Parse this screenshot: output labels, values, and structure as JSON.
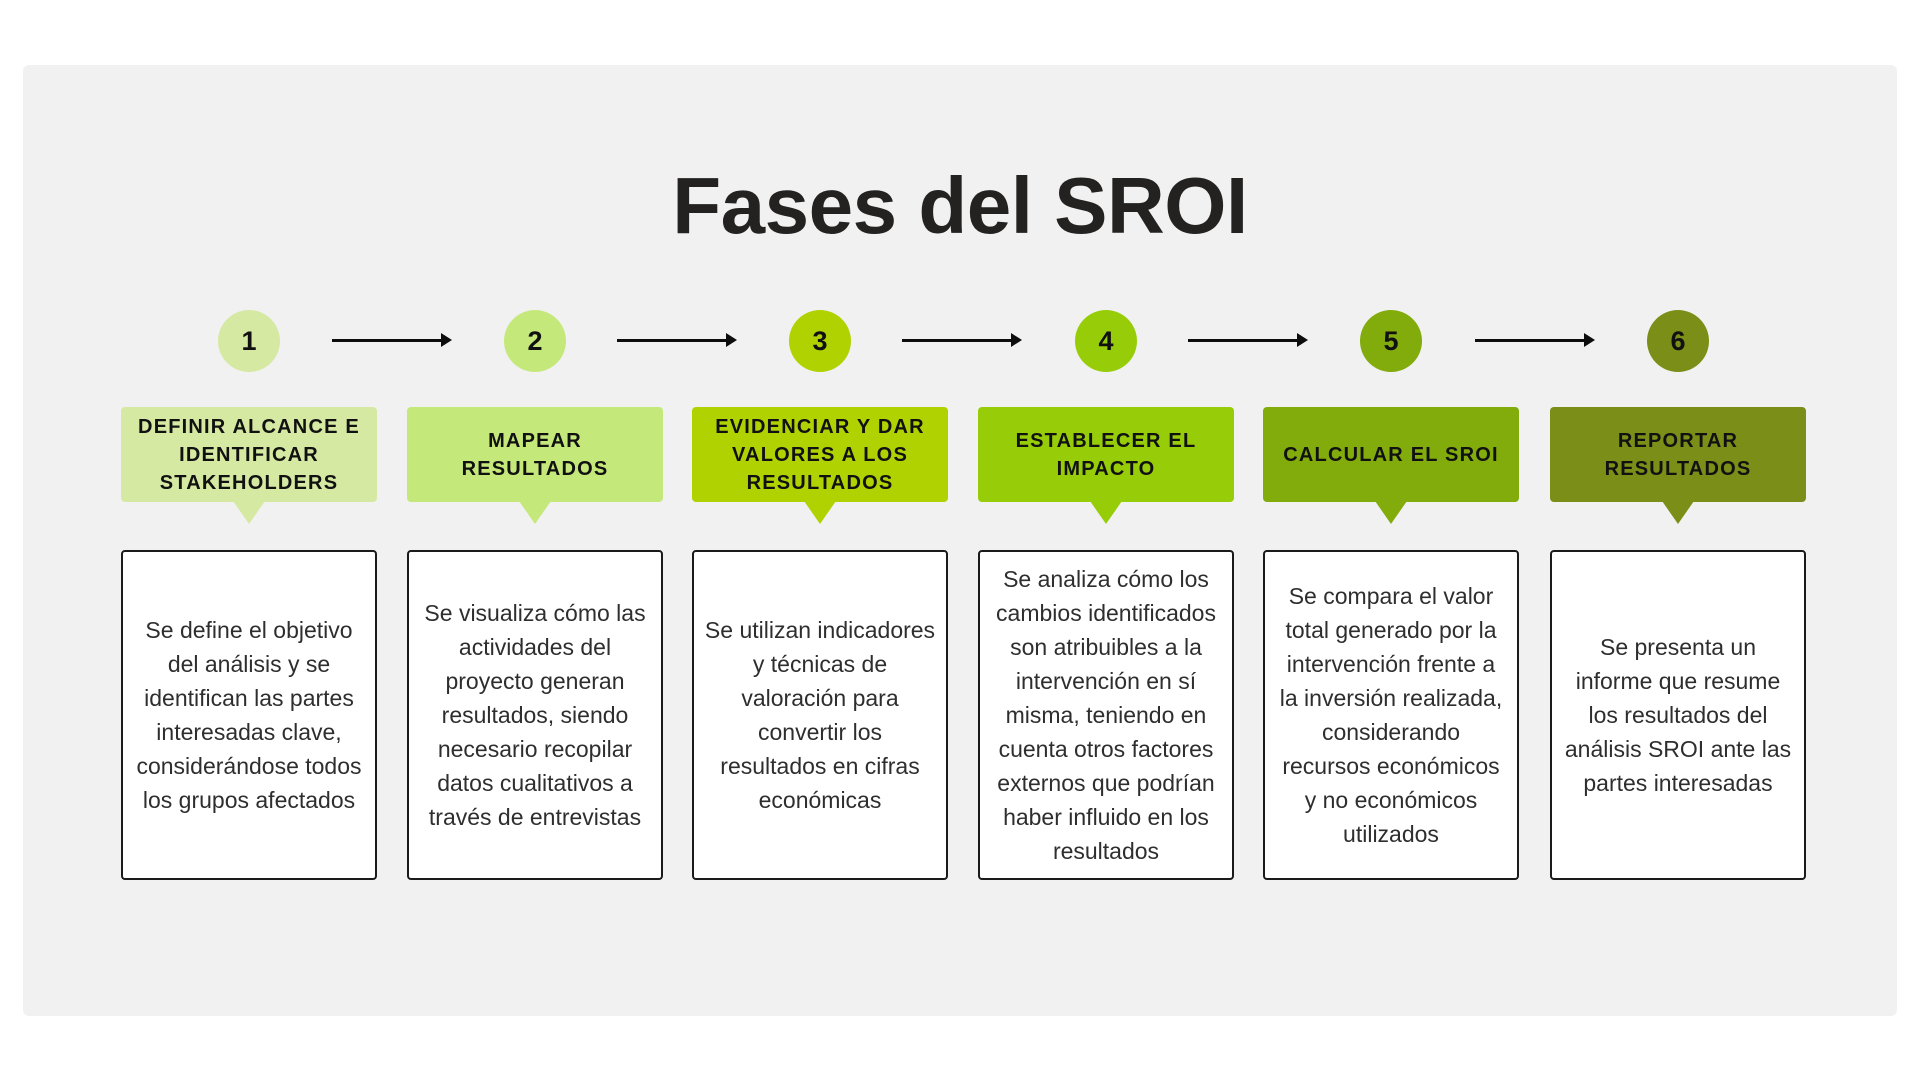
{
  "title": "Fases del SROI",
  "colors": {
    "panel_bg": "#f1f1f1",
    "step_1": "#d6e9a3",
    "step_2": "#c5e87a",
    "step_3": "#b0d200",
    "step_4": "#97cd08",
    "step_5": "#82ab0c",
    "step_6": "#7b8f18",
    "arrow": "#0d0d0d",
    "desc_border": "#1a1a1a"
  },
  "steps": [
    {
      "number": "1",
      "heading": "DEFINIR ALCANCE E IDENTIFICAR STAKEHOLDERS",
      "description": "Se define el objetivo del análisis y se identifican las partes interesadas clave, considerándose todos los grupos afectados"
    },
    {
      "number": "2",
      "heading": "MAPEAR RESULTADOS",
      "description": "Se visualiza cómo las actividades del proyecto generan resultados, siendo necesario recopilar datos cualitativos a través de entrevistas"
    },
    {
      "number": "3",
      "heading": "EVIDENCIAR Y DAR VALORES A LOS RESULTADOS",
      "description": "Se utilizan indicadores y técnicas de valoración para convertir los resultados en cifras económicas"
    },
    {
      "number": "4",
      "heading": "ESTABLECER EL IMPACTO",
      "description": "Se analiza cómo los cambios identificados son atribuibles a la intervención en sí misma, teniendo en cuenta otros factores externos que podrían haber influido en los resultados"
    },
    {
      "number": "5",
      "heading": "CALCULAR EL SROI",
      "description": "Se compara el valor total generado por la intervención frente a la inversión realizada, considerando recursos económicos y no económicos utilizados"
    },
    {
      "number": "6",
      "heading": "REPORTAR RESULTADOS",
      "description": "Se presenta un informe que resume los resultados del análisis SROI ante las partes interesadas"
    }
  ]
}
